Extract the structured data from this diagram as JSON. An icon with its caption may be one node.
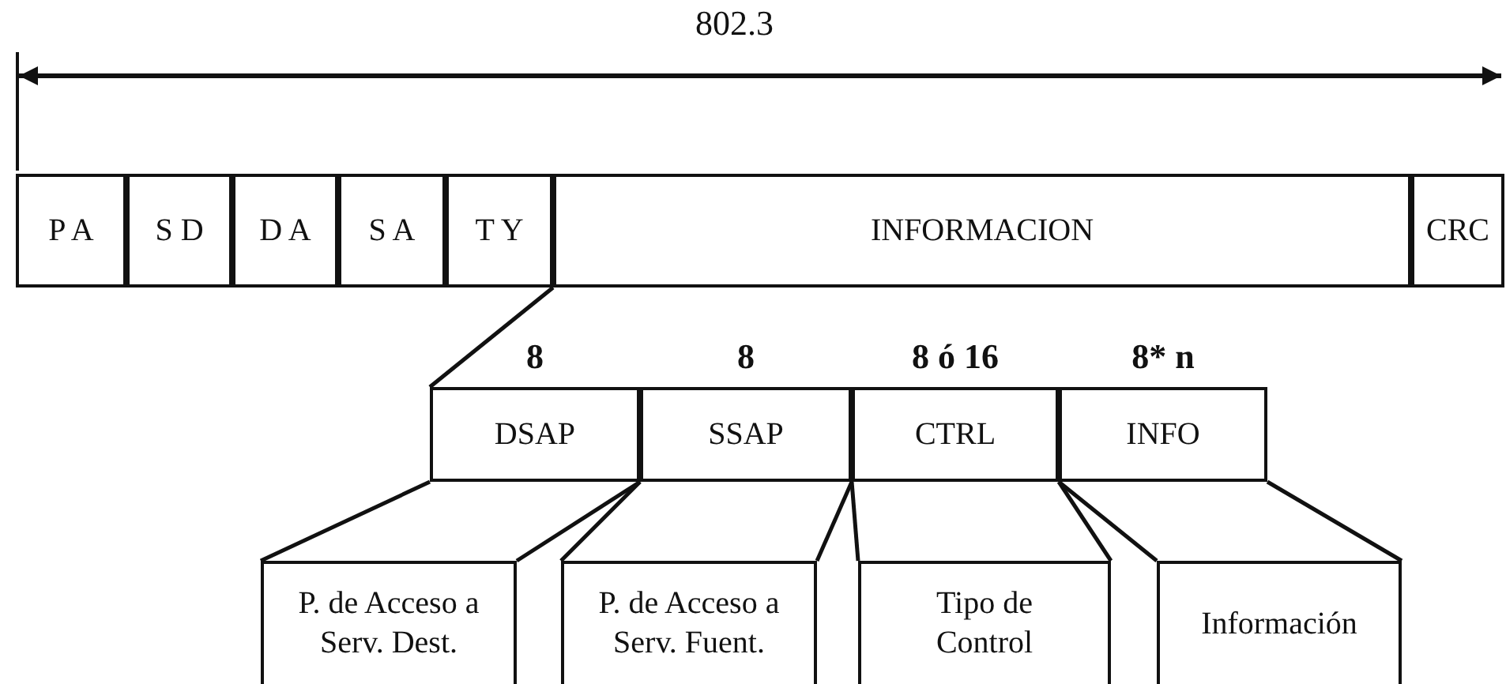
{
  "diagram": {
    "nodes": [
      {
        "text": [
          "P A"
        ]
      },
      {
        "text": [
          "S D"
        ]
      },
      {
        "text": [
          "D A"
        ]
      },
      {
        "text": [
          "S A"
        ]
      },
      {
        "text": [
          "T Y"
        ]
      },
      {
        "text": [
          "INFORMACION"
        ]
      },
      {
        "text": [
          "CRC"
        ]
      },
      {
        "text": [
          "DSAP"
        ],
        "beside": [
          "8"
        ]
      },
      {
        "text": [
          "SSAP"
        ],
        "beside": [
          "8"
        ]
      },
      {
        "text": [
          "CTRL"
        ],
        "beside": [
          "8 ó 16"
        ]
      },
      {
        "text": [
          "INFO"
        ],
        "beside": [
          "8* n"
        ]
      },
      {
        "text": [
          "P. de Acceso a Serv. Dest."
        ]
      },
      {
        "text": [
          "P. de Acceso a Serv. Fuent."
        ]
      },
      {
        "text": [
          "Tipo de Control"
        ]
      },
      {
        "text": [
          "Información"
        ]
      }
    ],
    "edges": [
      {
        "from": 5,
        "to": 7,
        "arrow": "none"
      },
      {
        "from": 7,
        "to": 11,
        "arrow": "none"
      },
      {
        "from": 7,
        "to": 11,
        "arrow": "none"
      },
      {
        "from": 8,
        "to": 12,
        "arrow": "none"
      },
      {
        "from": 8,
        "to": 12,
        "arrow": "none"
      },
      {
        "from": 9,
        "to": 13,
        "arrow": "none"
      },
      {
        "from": 9,
        "to": 13,
        "arrow": "none"
      },
      {
        "from": 10,
        "to": 14,
        "arrow": "none"
      },
      {
        "from": 10,
        "to": 14,
        "arrow": "none"
      }
    ],
    "labels": [
      "802.3"
    ]
  }
}
